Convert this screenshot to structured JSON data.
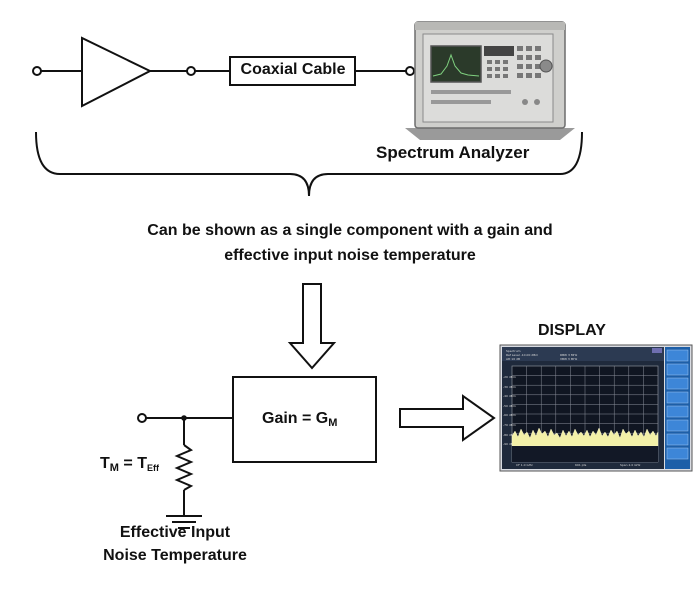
{
  "top_chain": {
    "cable_label": "Coaxial Cable",
    "analyzer_label": "Spectrum Analyzer"
  },
  "caption": {
    "line1": "Can be shown as a single component with a gain and",
    "line2": "effective input noise temperature"
  },
  "model": {
    "gain_label": "Gain = G",
    "gain_sub": "M",
    "temp_label": "T",
    "temp_sub": "M",
    "temp_equals": " = T",
    "temp_eff_sub": "Eff",
    "noise_label_line1": "Effective Input",
    "noise_label_line2": "Noise Temperature"
  },
  "display": {
    "label": "DISPLAY"
  },
  "colors": {
    "stroke": "#111111",
    "arrow_fill": "#ffffff",
    "screen_bg": "#1f2a3c",
    "trace": "#f2f0a8",
    "panel": "#2a6fb8"
  }
}
